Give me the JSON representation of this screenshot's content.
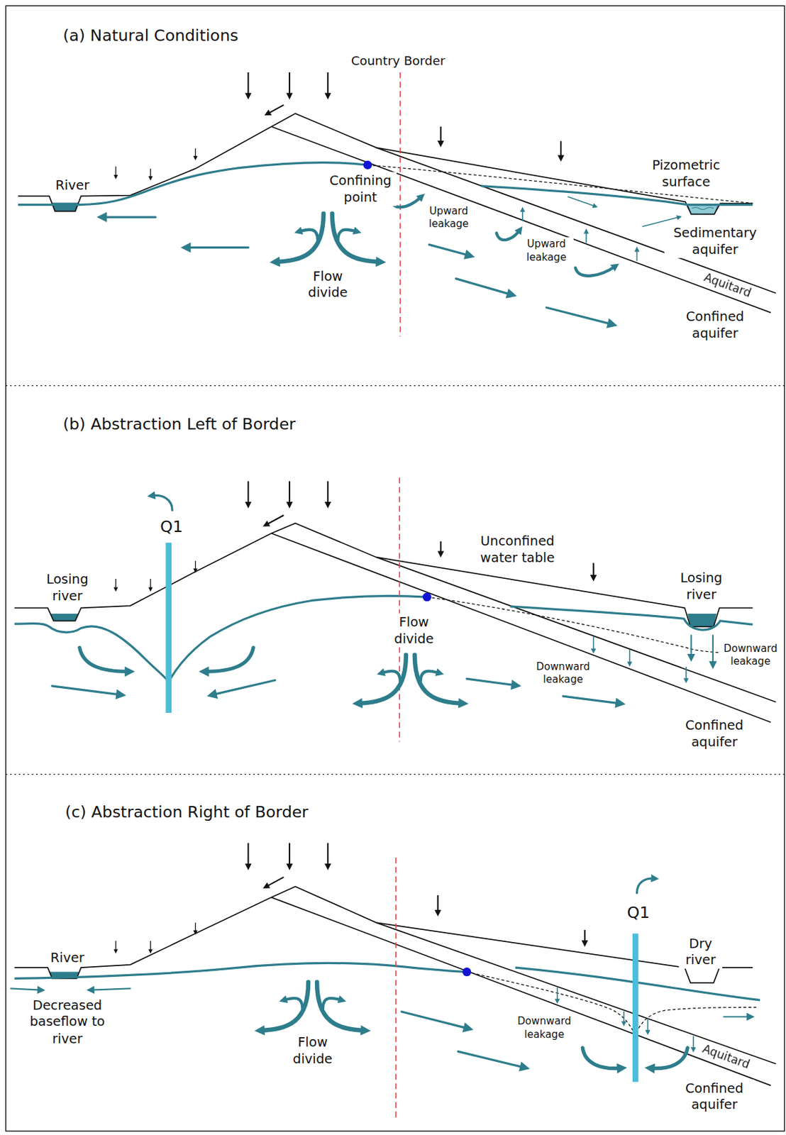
{
  "diagram": {
    "labels": [
      "(a) Natural Conditions",
      "Country Border",
      "River",
      "Confining point",
      "Pizometric surface",
      "Upward leakage",
      "Upward leakage",
      "Sedimentary aquifer",
      "Flow divide",
      "Aquitard",
      "Confined aquifer",
      "(b) Abstraction Left of Border",
      "Q1",
      "Unconfined water table",
      "Losing river",
      "Losing river",
      "Flow divide",
      "Downward leakage",
      "Downward leakage",
      "Confined aquifer",
      "(c) Abstraction Right of Border",
      "Q1",
      "Dry river",
      "River",
      "Decreased baseflow to river",
      "Downward leakage",
      "Flow divide",
      "Aquitard",
      "Confined aquifer"
    ]
  }
}
